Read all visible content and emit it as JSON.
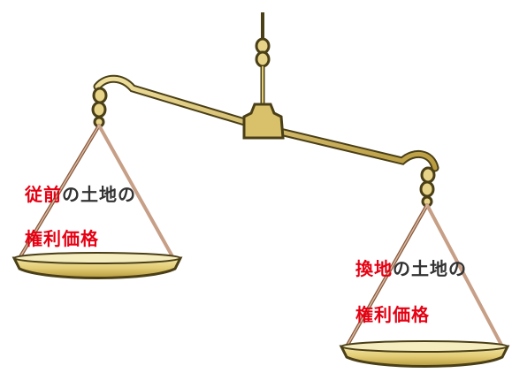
{
  "colors": {
    "accent_red": "#e60012",
    "text_dark": "#333333",
    "brass": "#c9b35a",
    "brass_dark": "#4a3f17",
    "string": "#8a5a3c",
    "pan_fill": "#e8d487"
  },
  "left_pan": {
    "line1_highlight": "従前",
    "line1_rest": "の土地の",
    "line2": "権利価格"
  },
  "right_pan": {
    "line1_highlight": "換地",
    "line1_rest": "の土地の",
    "line2": "権利価格"
  }
}
